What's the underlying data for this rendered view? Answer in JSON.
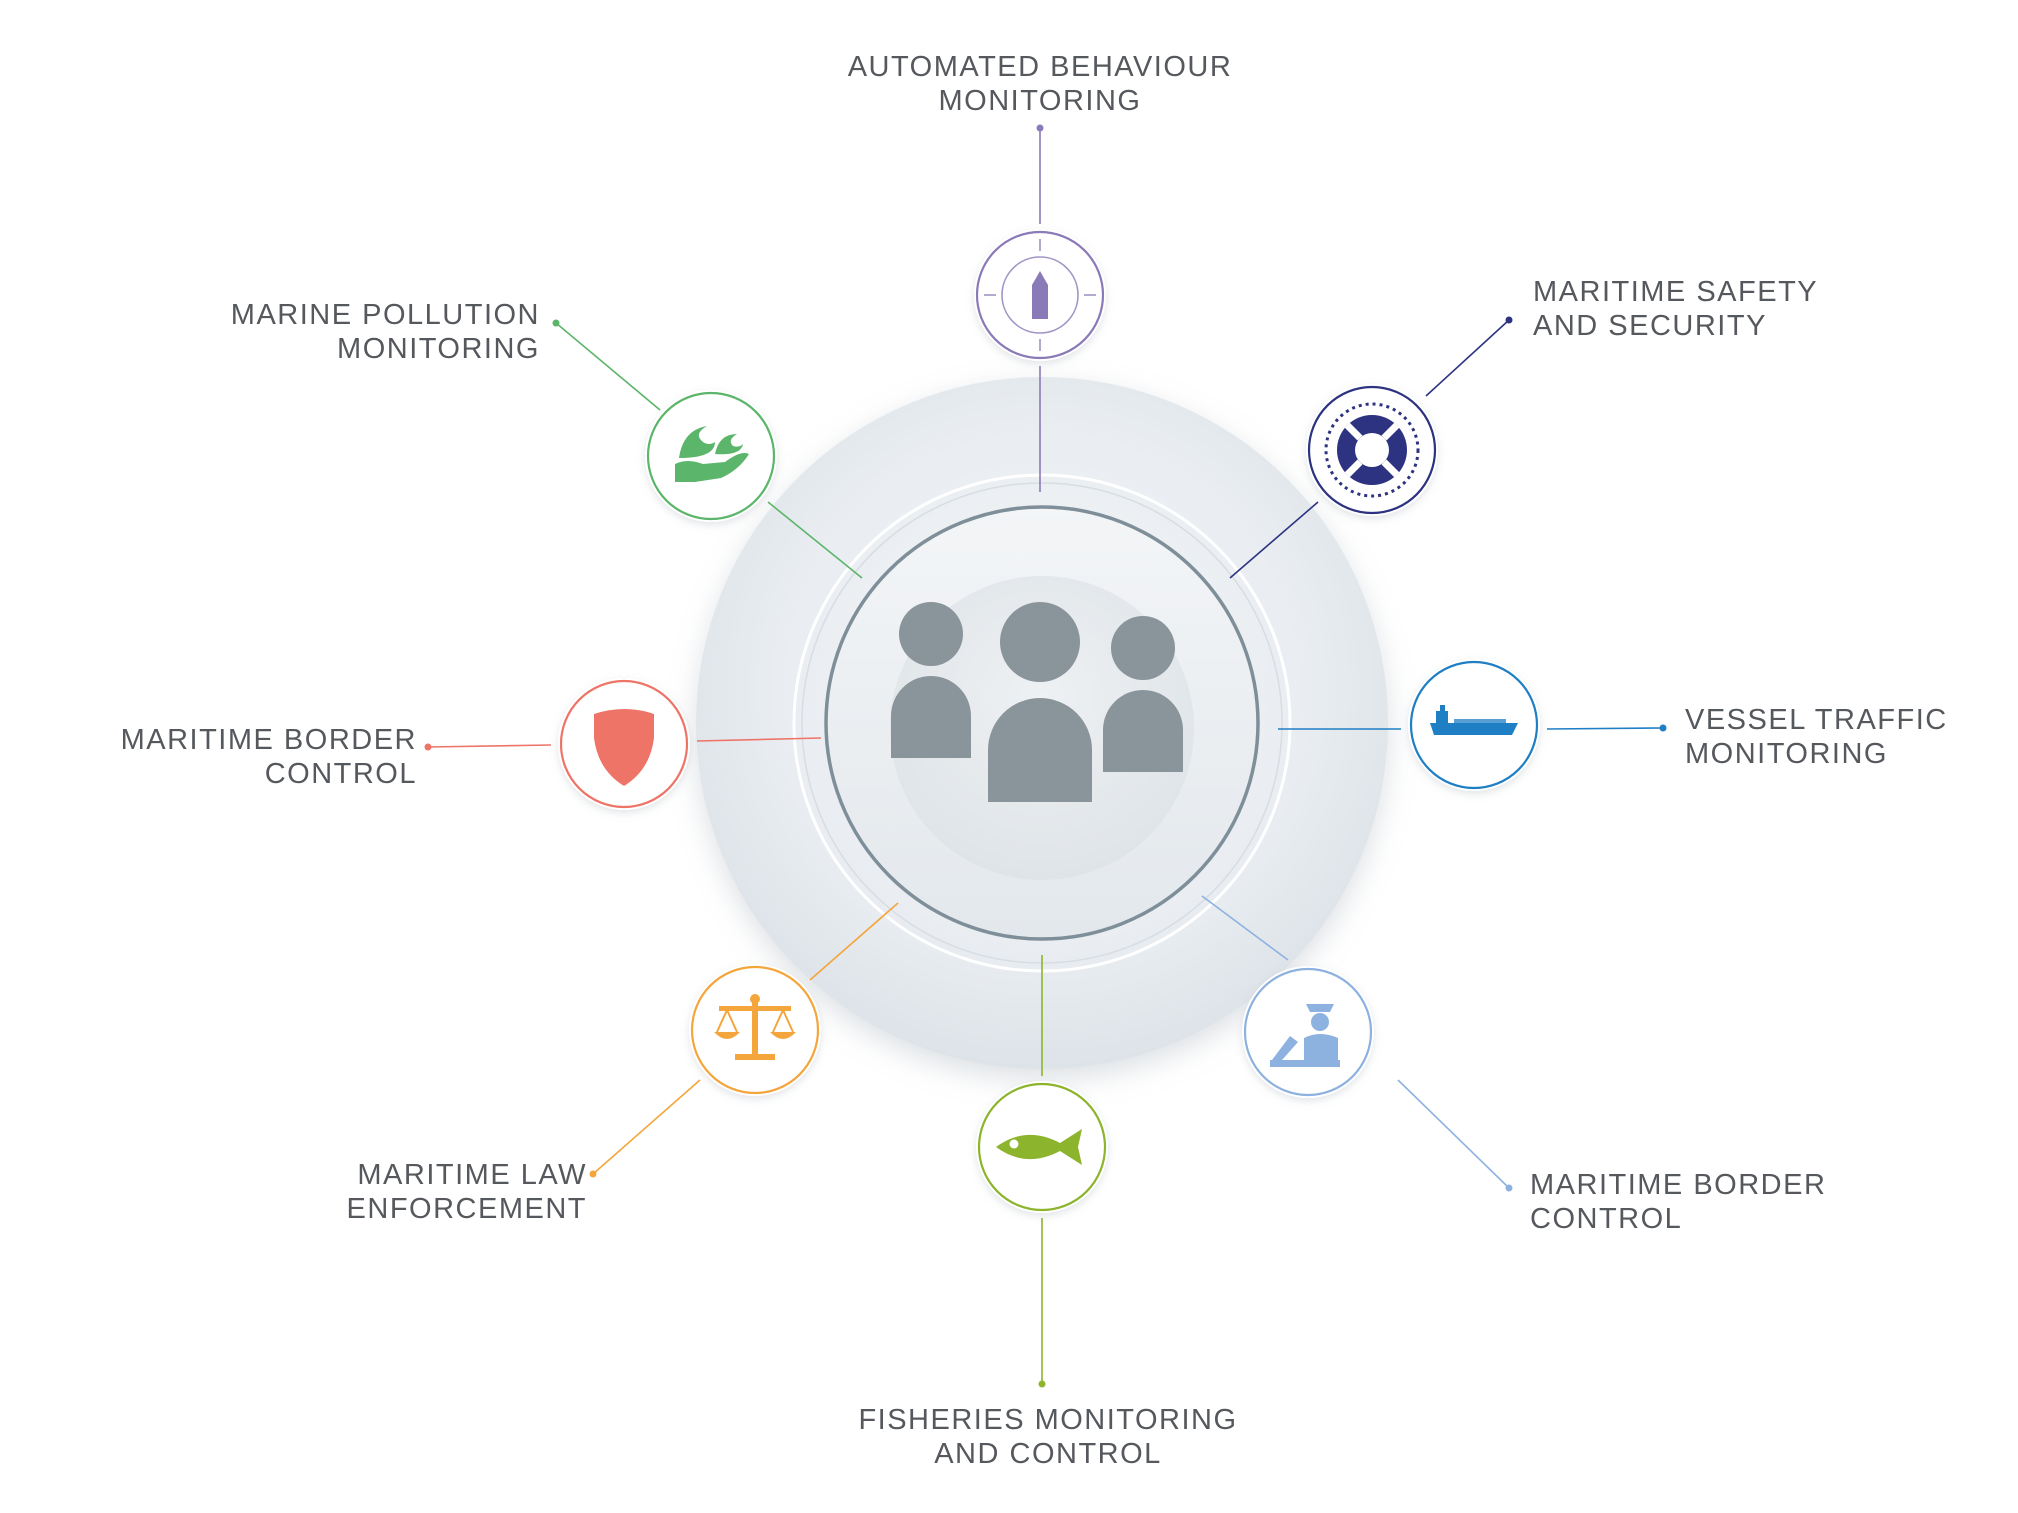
{
  "hub": {
    "icon": "group-of-people-icon",
    "color": "#8a949b"
  },
  "services": [
    {
      "id": "automated-behaviour",
      "label_lines": [
        "AUTOMATED BEHAVIOUR",
        "MONITORING"
      ],
      "icon": "vessel-target-crosshair-icon",
      "color": "#8b7ab8"
    },
    {
      "id": "maritime-safety-security",
      "label_lines": [
        "MARITIME SAFETY",
        "AND SECURITY"
      ],
      "icon": "lifebuoy-icon",
      "color": "#2d3380"
    },
    {
      "id": "vessel-traffic",
      "label_lines": [
        "VESSEL TRAFFIC",
        "MONITORING"
      ],
      "icon": "ship-icon",
      "color": "#1f7fc4"
    },
    {
      "id": "maritime-border-control-right",
      "label_lines": [
        "MARITIME BORDER",
        "CONTROL"
      ],
      "icon": "customs-officer-icon",
      "color": "#8eb2e0"
    },
    {
      "id": "fisheries",
      "label_lines": [
        "FISHERIES MONITORING",
        "AND CONTROL"
      ],
      "icon": "fish-icon",
      "color": "#8cb42d"
    },
    {
      "id": "maritime-law",
      "label_lines": [
        "MARITIME LAW",
        "ENFORCEMENT"
      ],
      "icon": "scales-of-justice-icon",
      "color": "#f4a53c"
    },
    {
      "id": "maritime-border-control-left",
      "label_lines": [
        "MARITIME BORDER",
        "CONTROL"
      ],
      "icon": "shield-icon",
      "color": "#ee7468"
    },
    {
      "id": "marine-pollution",
      "label_lines": [
        "MARINE POLLUTION",
        "MONITORING"
      ],
      "icon": "hand-holding-waves-icon",
      "color": "#5bb56a"
    }
  ]
}
